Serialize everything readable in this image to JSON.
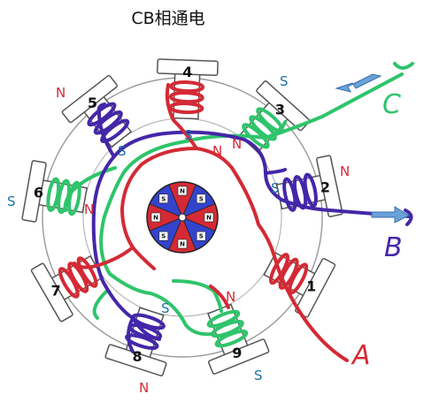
{
  "title": "CB相通电",
  "tooth_numbers": [
    "1",
    "2",
    "3",
    "4",
    "5",
    "6",
    "7",
    "8",
    "9"
  ],
  "pole_labels": [
    {
      "text": "N",
      "color": "#d42a35"
    },
    {
      "text": "S",
      "color": "#1d6fa8"
    },
    {
      "text": "N",
      "color": "#d42a35"
    },
    {
      "text": "S",
      "color": "#1d6fa8"
    },
    {
      "text": "S",
      "color": "#1d6fa8"
    },
    {
      "text": "N",
      "color": "#d42a35"
    },
    {
      "text": "S",
      "color": "#1d6fa8"
    },
    {
      "text": "N",
      "color": "#d42a35"
    },
    {
      "text": "S",
      "color": "#1d6fa8"
    },
    {
      "text": "N",
      "color": "#d42a35"
    },
    {
      "text": "S",
      "color": "#1d6fa8"
    },
    {
      "text": "N",
      "color": "#d42a35"
    },
    {
      "text": "S",
      "color": "#1d6fa8"
    },
    {
      "text": "N",
      "color": "#d42a35"
    }
  ],
  "phase_labels": [
    {
      "text": "C",
      "color": "#2fc46b"
    },
    {
      "text": "B",
      "color": "#4427a8"
    },
    {
      "text": "A",
      "color": "#d42a35"
    }
  ],
  "rotor_segments": [
    "N",
    "S",
    "N",
    "S",
    "N",
    "S",
    "N",
    "S"
  ],
  "colors": {
    "red": "#d42a35",
    "blue": "#3344cc",
    "green": "#2fc46b",
    "purple": "#4427a8"
  }
}
